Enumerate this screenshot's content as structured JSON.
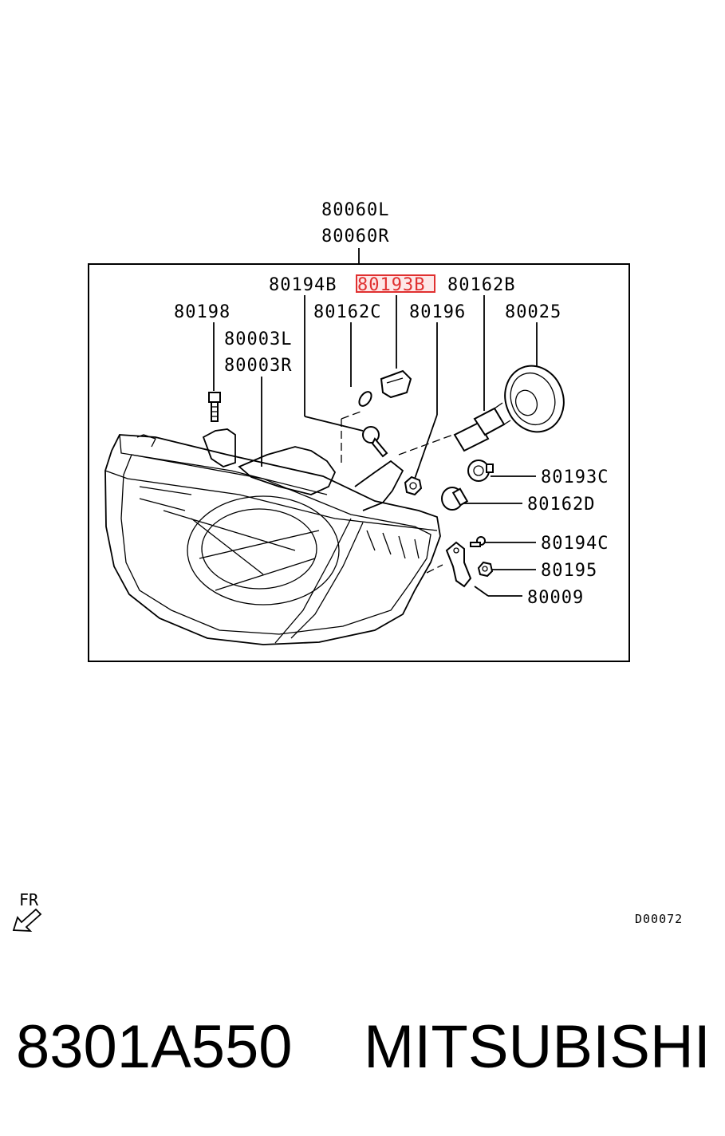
{
  "assembly_labels": [
    "80060L",
    "80060R"
  ],
  "callouts": {
    "c80194B": "80194B",
    "c80193B": "80193B",
    "c80162B": "80162B",
    "c80198": "80198",
    "c80162C": "80162C",
    "c80196": "80196",
    "c80025": "80025",
    "c80003L": "80003L",
    "c80003R": "80003R",
    "c80193C": "80193C",
    "c80162D": "80162D",
    "c80194C": "80194C",
    "c80195": "80195",
    "c80009": "80009"
  },
  "highlight": {
    "part": "80193B",
    "color": "#e03030"
  },
  "orientation": {
    "label": "FR",
    "icon": "front-arrow-icon"
  },
  "diagram_code": "D00072",
  "footer": {
    "part_number": "8301A550",
    "brand": "MITSUBISHI"
  }
}
